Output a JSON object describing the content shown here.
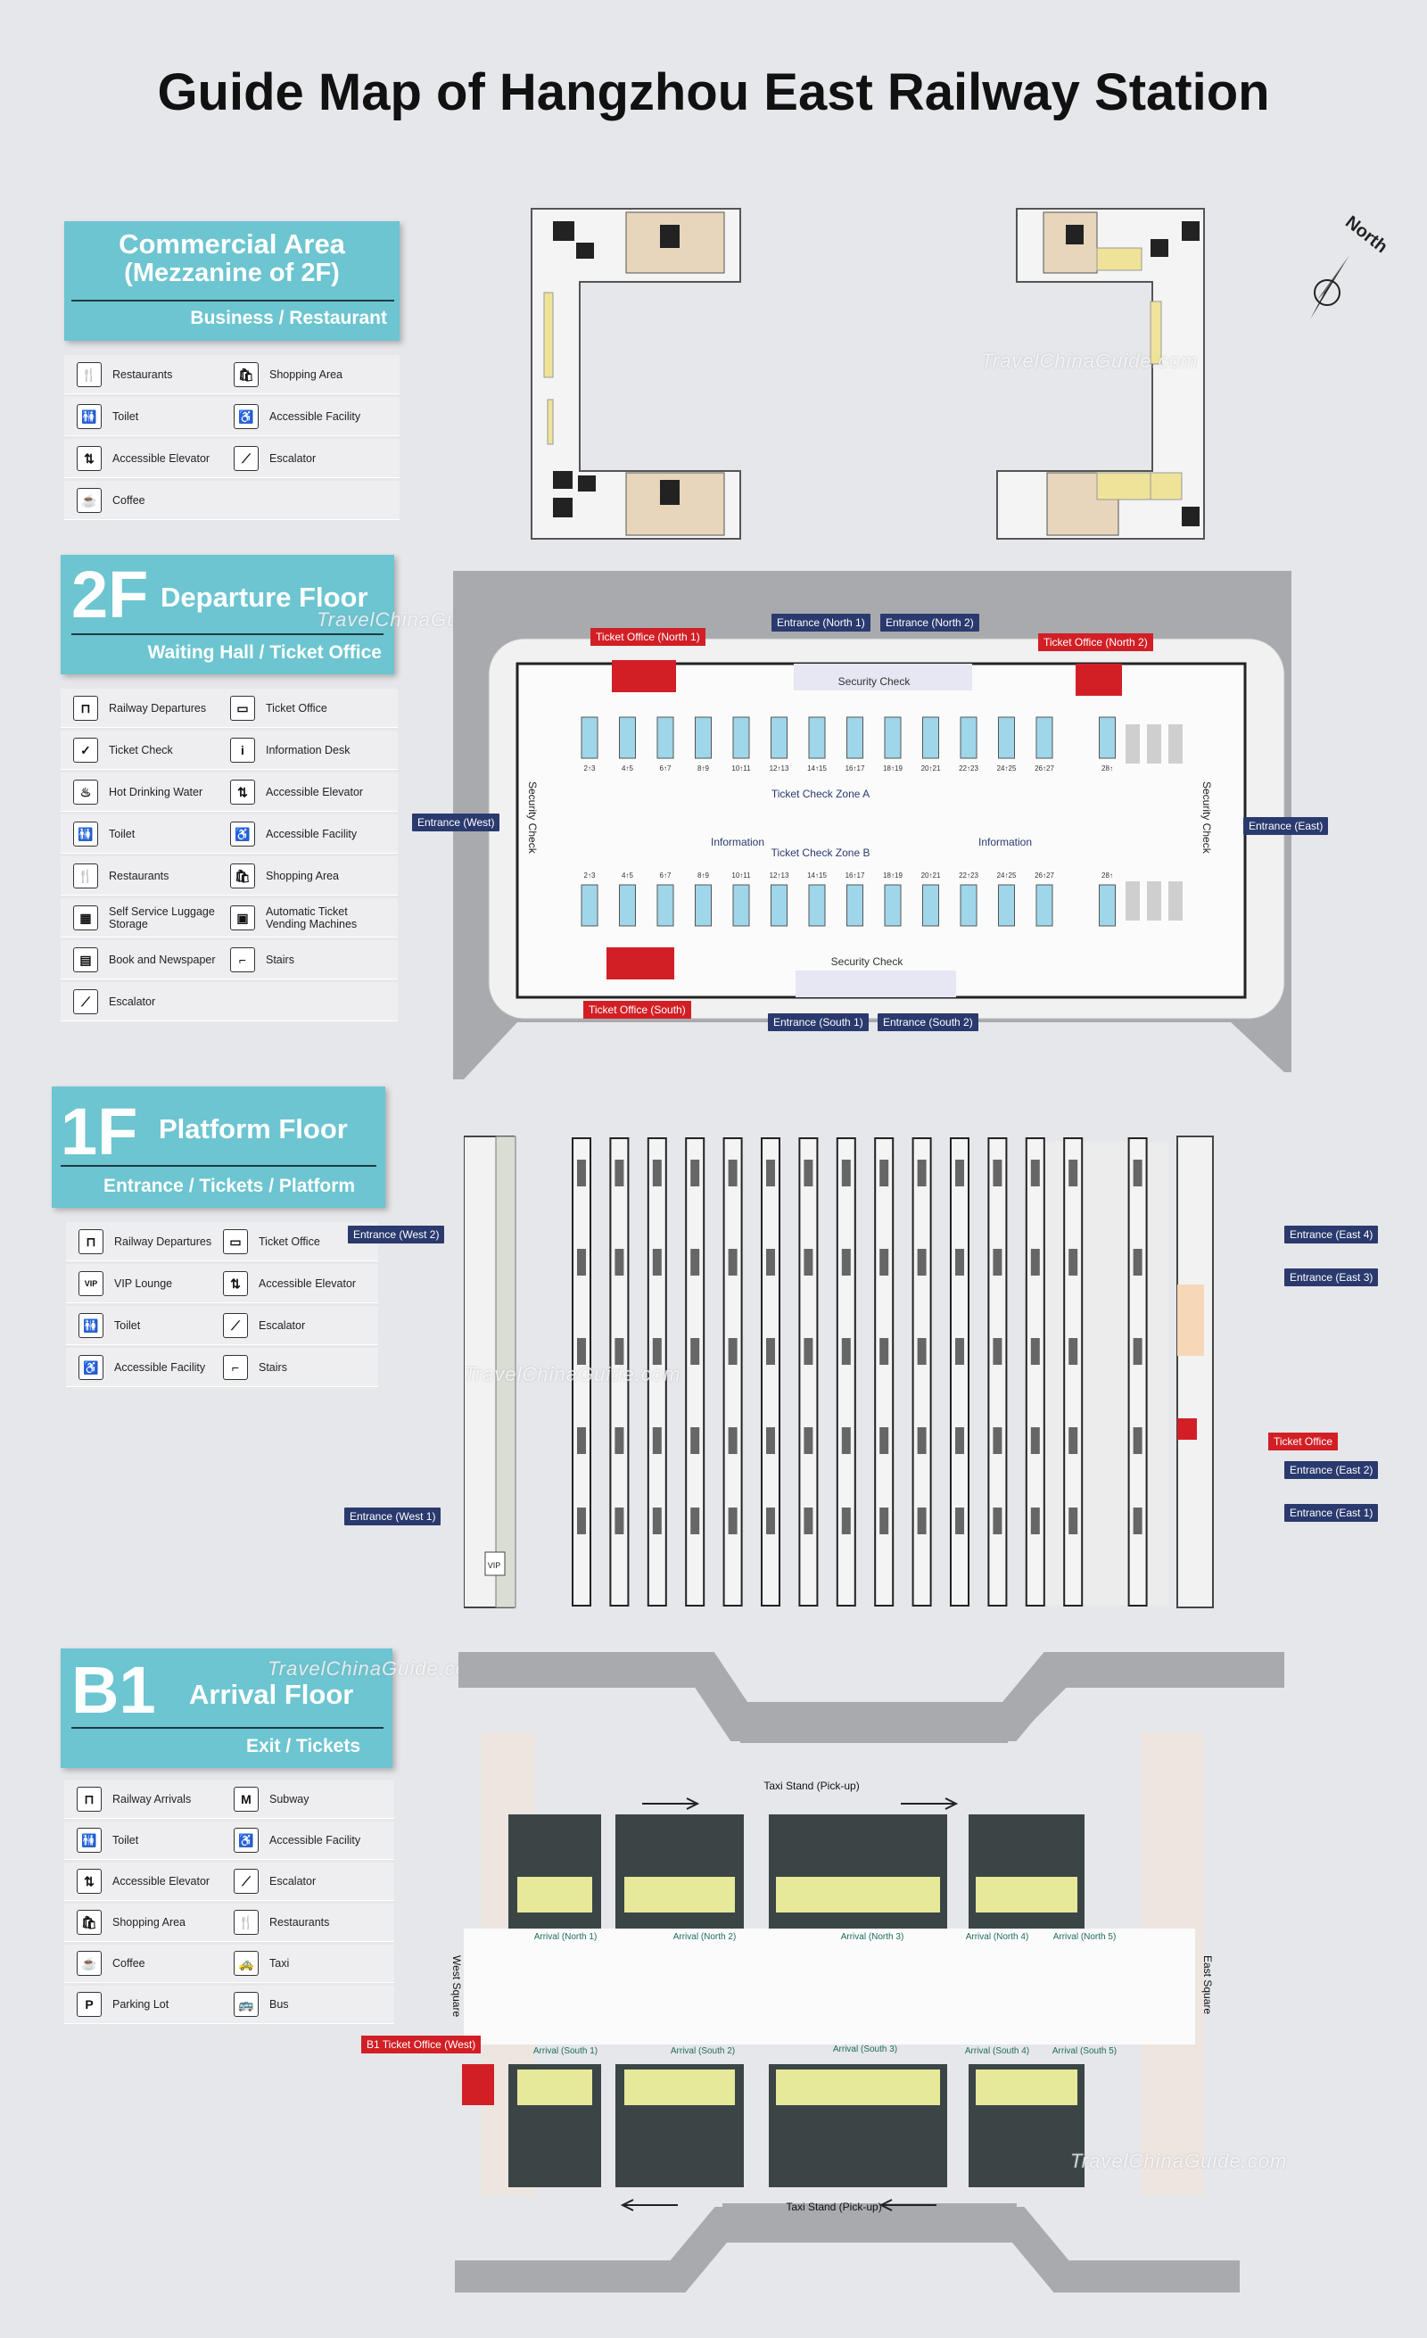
{
  "title": "Guide Map of Hangzhou East Railway Station",
  "north_label": "North",
  "watermark": "TravelChinaGuide.com",
  "colors": {
    "accent": "#6cc5d0",
    "navy": "#2a3a6e",
    "red": "#d21f26",
    "platform": "#9fd6ea",
    "yellow": "#e6e89a",
    "dark": "#3b4546"
  },
  "sections": {
    "mezz": {
      "title_line1": "Commercial Area",
      "title_line2": "(Mezzanine of 2F)",
      "subtitle": "Business / Restaurant",
      "legend": [
        {
          "icon": "restaurant-icon",
          "glyph": "🍴",
          "label": "Restaurants"
        },
        {
          "icon": "shopping-icon",
          "glyph": "🛍",
          "label": "Shopping Area"
        },
        {
          "icon": "toilet-icon",
          "glyph": "🚻",
          "label": "Toilet"
        },
        {
          "icon": "accessible-icon",
          "glyph": "♿",
          "label": "Accessible Facility"
        },
        {
          "icon": "elevator-icon",
          "glyph": "⇅",
          "label": "Accessible Elevator"
        },
        {
          "icon": "escalator-icon",
          "glyph": "⟋",
          "label": "Escalator"
        },
        {
          "icon": "coffee-icon",
          "glyph": "☕",
          "label": "Coffee"
        }
      ]
    },
    "f2": {
      "code": "2F",
      "title": "Departure Floor",
      "subtitle": "Waiting Hall / Ticket Office",
      "legend": [
        {
          "icon": "railway-departures-icon",
          "glyph": "⊓",
          "label": "Railway Departures"
        },
        {
          "icon": "ticket-office-icon",
          "glyph": "▭",
          "label": "Ticket Office"
        },
        {
          "icon": "ticket-check-icon",
          "glyph": "✓",
          "label": "Ticket Check"
        },
        {
          "icon": "information-icon",
          "glyph": "i",
          "label": "Information Desk"
        },
        {
          "icon": "hot-water-icon",
          "glyph": "♨",
          "label": "Hot Drinking Water"
        },
        {
          "icon": "elevator-icon",
          "glyph": "⇅",
          "label": "Accessible Elevator"
        },
        {
          "icon": "toilet-icon",
          "glyph": "🚻",
          "label": "Toilet"
        },
        {
          "icon": "accessible-icon",
          "glyph": "♿",
          "label": "Accessible Facility"
        },
        {
          "icon": "restaurant-icon",
          "glyph": "🍴",
          "label": "Restaurants"
        },
        {
          "icon": "shopping-icon",
          "glyph": "🛍",
          "label": "Shopping Area"
        },
        {
          "icon": "luggage-icon",
          "glyph": "▦",
          "label": "Self Service Luggage\nStorage"
        },
        {
          "icon": "ticket-machine-icon",
          "glyph": "▣",
          "label": "Automatic Ticket\nVending Machines"
        },
        {
          "icon": "book-icon",
          "glyph": "▤",
          "label": "Book and Newspaper"
        },
        {
          "icon": "stairs-icon",
          "glyph": "⌐",
          "label": "Stairs"
        },
        {
          "icon": "escalator-icon",
          "glyph": "⟋",
          "label": "Escalator"
        }
      ],
      "tags": {
        "to_n1": "Ticket Office (North 1)",
        "to_n2": "Ticket Office (North 2)",
        "to_s": "Ticket Office (South)",
        "en_n1": "Entrance (North 1)",
        "en_n2": "Entrance (North 2)",
        "en_s1": "Entrance (South 1)",
        "en_s2": "Entrance (South 2)",
        "en_w": "Entrance (West)",
        "en_e": "Entrance (East)"
      },
      "map_text": {
        "security_check": "Security Check",
        "zone_a": "Ticket Check Zone A",
        "zone_b": "Ticket Check Zone B",
        "information": "Information",
        "security_side": "Security Check"
      },
      "gates": [
        "2",
        "3",
        "4",
        "5",
        "6",
        "7",
        "8",
        "9",
        "10",
        "11",
        "12",
        "13",
        "14",
        "15",
        "16",
        "17",
        "18",
        "19",
        "20",
        "21",
        "22",
        "23",
        "24",
        "25",
        "26",
        "27",
        "28"
      ]
    },
    "f1": {
      "code": "1F",
      "title": "Platform Floor",
      "subtitle": "Entrance / Tickets / Platform",
      "legend": [
        {
          "icon": "railway-departures-icon",
          "glyph": "⊓",
          "label": "Railway Departures"
        },
        {
          "icon": "ticket-office-icon",
          "glyph": "▭",
          "label": "Ticket Office"
        },
        {
          "icon": "vip-icon",
          "glyph": "VIP",
          "label": "VIP Lounge"
        },
        {
          "icon": "elevator-icon",
          "glyph": "⇅",
          "label": "Accessible Elevator"
        },
        {
          "icon": "toilet-icon",
          "glyph": "🚻",
          "label": "Toilet"
        },
        {
          "icon": "escalator-icon",
          "glyph": "⟋",
          "label": "Escalator"
        },
        {
          "icon": "accessible-icon",
          "glyph": "♿",
          "label": "Accessible Facility"
        },
        {
          "icon": "stairs-icon",
          "glyph": "⌐",
          "label": "Stairs"
        }
      ],
      "tags": {
        "en_w2": "Entrance (West 2)",
        "en_w1": "Entrance (West 1)",
        "en_e4": "Entrance (East 4)",
        "en_e3": "Entrance (East 3)",
        "ticket_office": "Ticket Office",
        "en_e2": "Entrance (East 2)",
        "en_e1": "Entrance (East 1)"
      },
      "vip": "VIP"
    },
    "b1": {
      "code": "B1",
      "title": "Arrival Floor",
      "subtitle": "Exit / Tickets",
      "legend": [
        {
          "icon": "railway-arrivals-icon",
          "glyph": "⊓",
          "label": "Railway Arrivals"
        },
        {
          "icon": "subway-icon",
          "glyph": "M",
          "label": "Subway"
        },
        {
          "icon": "toilet-icon",
          "glyph": "🚻",
          "label": "Toilet"
        },
        {
          "icon": "accessible-icon",
          "glyph": "♿",
          "label": "Accessible Facility"
        },
        {
          "icon": "elevator-icon",
          "glyph": "⇅",
          "label": "Accessible Elevator"
        },
        {
          "icon": "escalator-icon",
          "glyph": "⟋",
          "label": "Escalator"
        },
        {
          "icon": "shopping-icon",
          "glyph": "🛍",
          "label": "Shopping Area"
        },
        {
          "icon": "restaurant-icon",
          "glyph": "🍴",
          "label": "Restaurants"
        },
        {
          "icon": "coffee-icon",
          "glyph": "☕",
          "label": "Coffee"
        },
        {
          "icon": "taxi-icon",
          "glyph": "🚕",
          "label": "Taxi"
        },
        {
          "icon": "parking-icon",
          "glyph": "P",
          "label": "Parking Lot"
        },
        {
          "icon": "bus-icon",
          "glyph": "🚌",
          "label": "Bus"
        }
      ],
      "tags": {
        "ticket_office_w": "B1 Ticket Office (West)"
      },
      "map_text": {
        "taxi_stand": "Taxi Stand (Pick-up)",
        "west_square": "West Square",
        "east_square": "East Square",
        "arr_n": [
          "Arrival (North 1)",
          "Arrival (North 2)",
          "Arrival (North 3)",
          "Arrival (North 4)",
          "Arrival (North 5)"
        ],
        "arr_s": [
          "Arrival (South 1)",
          "Arrival (South 2)",
          "Arrival (South 3)",
          "Arrival (South 4)",
          "Arrival (South 5)"
        ]
      }
    }
  }
}
